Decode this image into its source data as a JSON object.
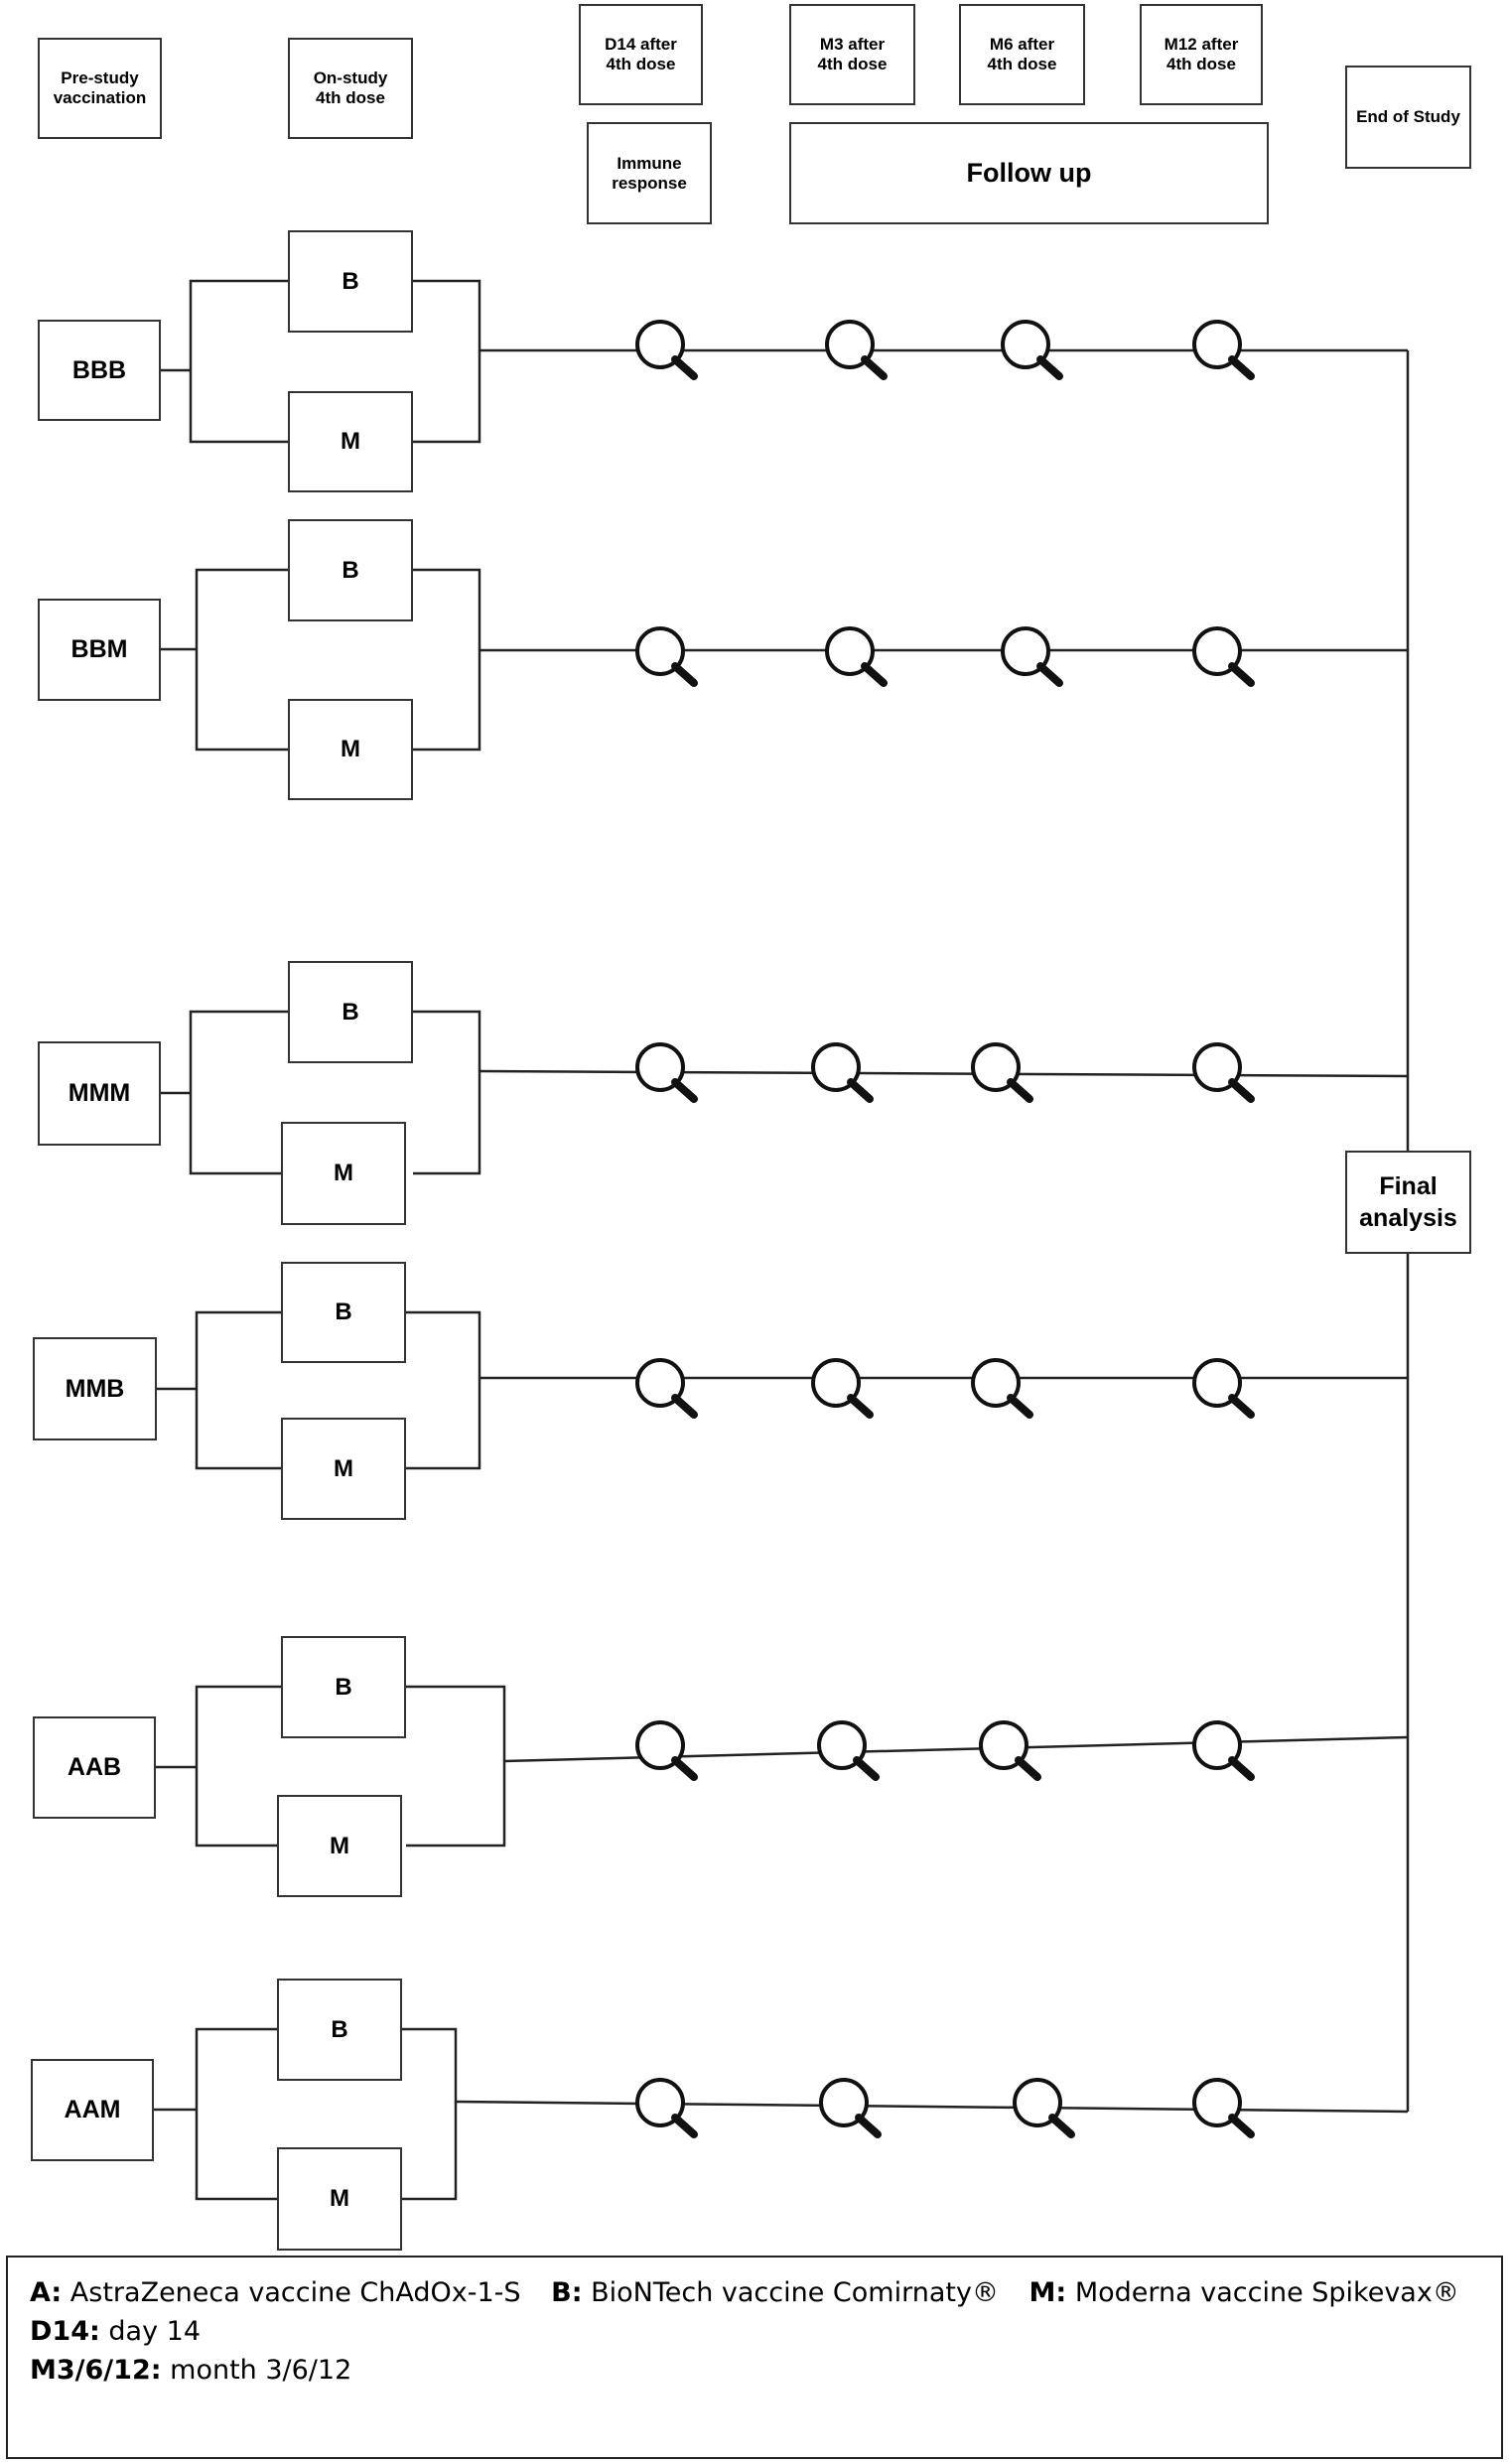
{
  "header": {
    "pre_study": "Pre-study\nvaccination",
    "on_study": "On-study\n4th dose",
    "d14": "D14 after\n4th dose",
    "immune": "Immune\nresponse",
    "m3": "M3 after\n4th dose",
    "m6": "M6 after\n4th dose",
    "m12": "M12 after\n4th dose",
    "follow_up": "Follow up",
    "end": "End of Study"
  },
  "groups": [
    {
      "label": "BBB",
      "doses": [
        "B",
        "M"
      ]
    },
    {
      "label": "BBM",
      "doses": [
        "B",
        "M"
      ]
    },
    {
      "label": "MMM",
      "doses": [
        "B",
        "M"
      ]
    },
    {
      "label": "MMB",
      "doses": [
        "B",
        "M"
      ]
    },
    {
      "label": "AAB",
      "doses": [
        "B",
        "M"
      ]
    },
    {
      "label": "AAM",
      "doses": [
        "B",
        "M"
      ]
    }
  ],
  "final_analysis": "Final\nanalysis",
  "legend": {
    "a_key": "A:",
    "a_text": "AstraZeneca vaccine ChAdOx-1-S",
    "b_key": "B:",
    "b_text": "BioNTech vaccine Comirnaty®",
    "m_key": "M:",
    "m_text": "Moderna vaccine Spikevax®",
    "d14_key": "D14:",
    "d14_text": "day 14",
    "m_months_key": "M3/6/12:",
    "m_months_text": "month 3/6/12"
  },
  "icons": {
    "timepoint": "magnifier-icon"
  }
}
